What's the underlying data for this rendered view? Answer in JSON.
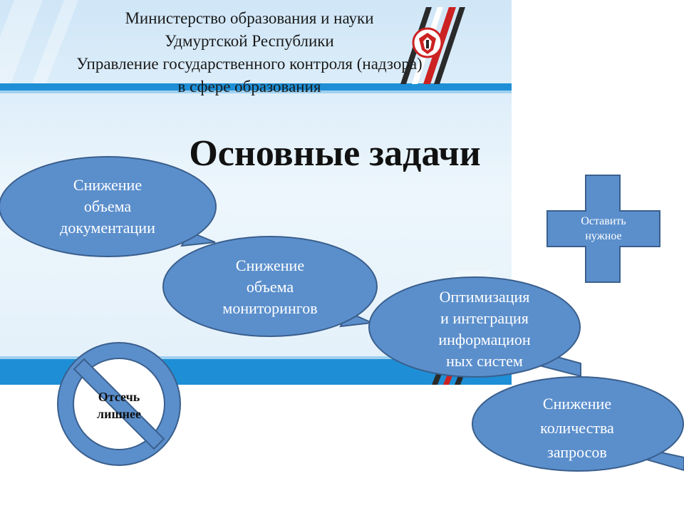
{
  "header": {
    "line1": "Министерство образования и науки",
    "line2": "Удмуртской Республики",
    "line3": "Управление государственного контроля (надзора)",
    "line4": "в сфере образования"
  },
  "slide": {
    "title": "Основные задачи"
  },
  "callouts": [
    {
      "line1": "Снижение",
      "line2": "объема",
      "line3": "документации"
    },
    {
      "line1": "Снижение",
      "line2": "объема",
      "line3": "мониторингов"
    },
    {
      "line1": "Оптимизация",
      "line2": "и интеграция",
      "line3": "информацион",
      "line4": "ных систем"
    },
    {
      "line1": "Снижение",
      "line2": "количества",
      "line3": "запросов"
    }
  ],
  "plus_sign": {
    "line1": "Оставить",
    "line2": "нужное"
  },
  "prohibition_sign": {
    "line1": "Отсечь",
    "line2": "лишнее"
  },
  "colors": {
    "shape_fill": "#5b8fcc",
    "shape_stroke": "#3a5f8d",
    "band": "#1e8fd6"
  }
}
